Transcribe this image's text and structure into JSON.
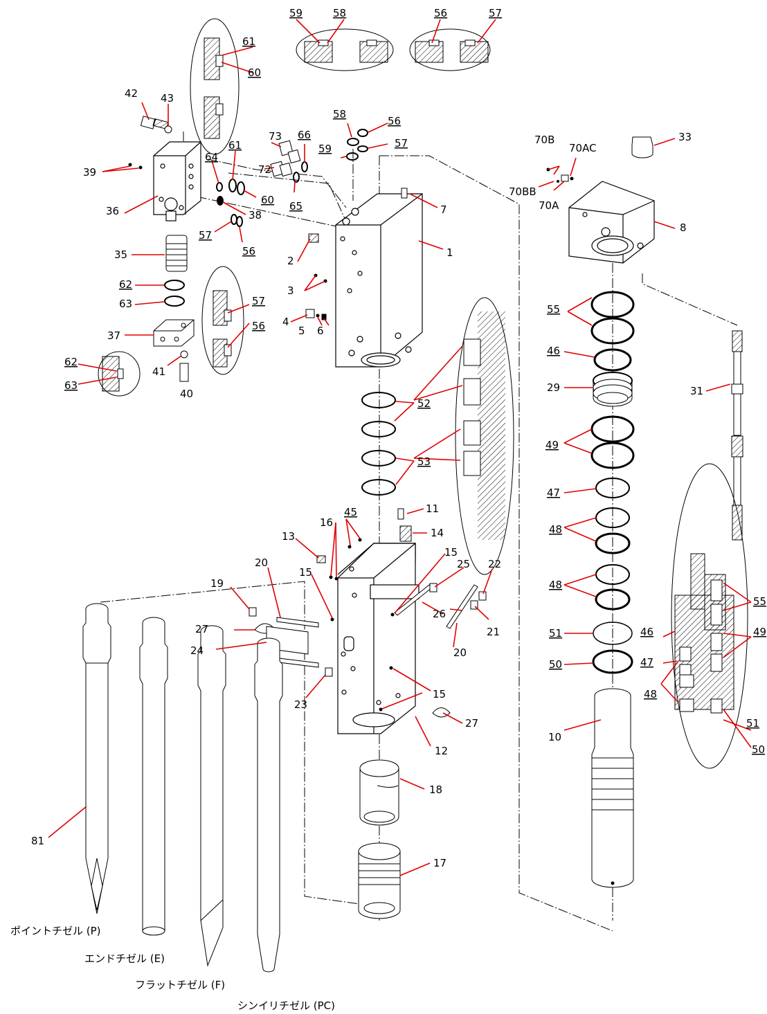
{
  "labels": {
    "p59a": "59",
    "p58a": "58",
    "p56a": "56",
    "p57a": "57",
    "p61a": "61",
    "p60a": "60",
    "p42": "42",
    "p43": "43",
    "p39": "39",
    "p36": "36",
    "p64": "64",
    "p61b": "61",
    "p60b": "60",
    "p38": "38",
    "p57b": "57",
    "p56b": "56",
    "p35": "35",
    "p62a": "62",
    "p63a": "63",
    "p37": "37",
    "p41": "41",
    "p40": "40",
    "p62b": "62",
    "p63b": "63",
    "p57c": "57",
    "p56c": "56",
    "p73": "73",
    "p66": "66",
    "p72": "72",
    "p65": "65",
    "p58b": "58",
    "p56d": "56",
    "p59b": "59",
    "p57d": "57",
    "p7": "7",
    "p1": "1",
    "p2": "2",
    "p3": "3",
    "p4": "4",
    "p5": "5",
    "p6": "6",
    "p52": "52",
    "p53": "53",
    "p70B": "70B",
    "p70AC": "70AC",
    "p70BB": "70BB",
    "p70A": "70A",
    "p33": "33",
    "p8": "8",
    "p55a": "55",
    "p46a": "46",
    "p29": "29",
    "p49a": "49",
    "p47a": "47",
    "p48a": "48",
    "p48b": "48",
    "p51a": "51",
    "p50a": "50",
    "p31": "31",
    "p10": "10",
    "p55b": "55",
    "p46b": "46",
    "p49b": "49",
    "p47b": "47",
    "p48c": "48",
    "p51b": "51",
    "p50b": "50",
    "p11": "11",
    "p45": "45",
    "p16": "16",
    "p13": "13",
    "p14": "14",
    "p20a": "20",
    "p19": "19",
    "p15a": "15",
    "p15b": "15",
    "p25": "25",
    "p22": "22",
    "p27a": "27",
    "p26": "26",
    "p21": "21",
    "p20b": "20",
    "p24": "24",
    "p15c": "15",
    "p23": "23",
    "p27b": "27",
    "p12": "12",
    "p18": "18",
    "p17": "17",
    "p81": "81"
  },
  "captions": {
    "point": "ポイントチゼル (P)",
    "end": "エンドチゼル (E)",
    "flat": "フラットチゼル (F)",
    "conical": "シンイリチゼル (PC)"
  },
  "colors": {
    "leader": "#e00000",
    "ink": "#000000"
  }
}
